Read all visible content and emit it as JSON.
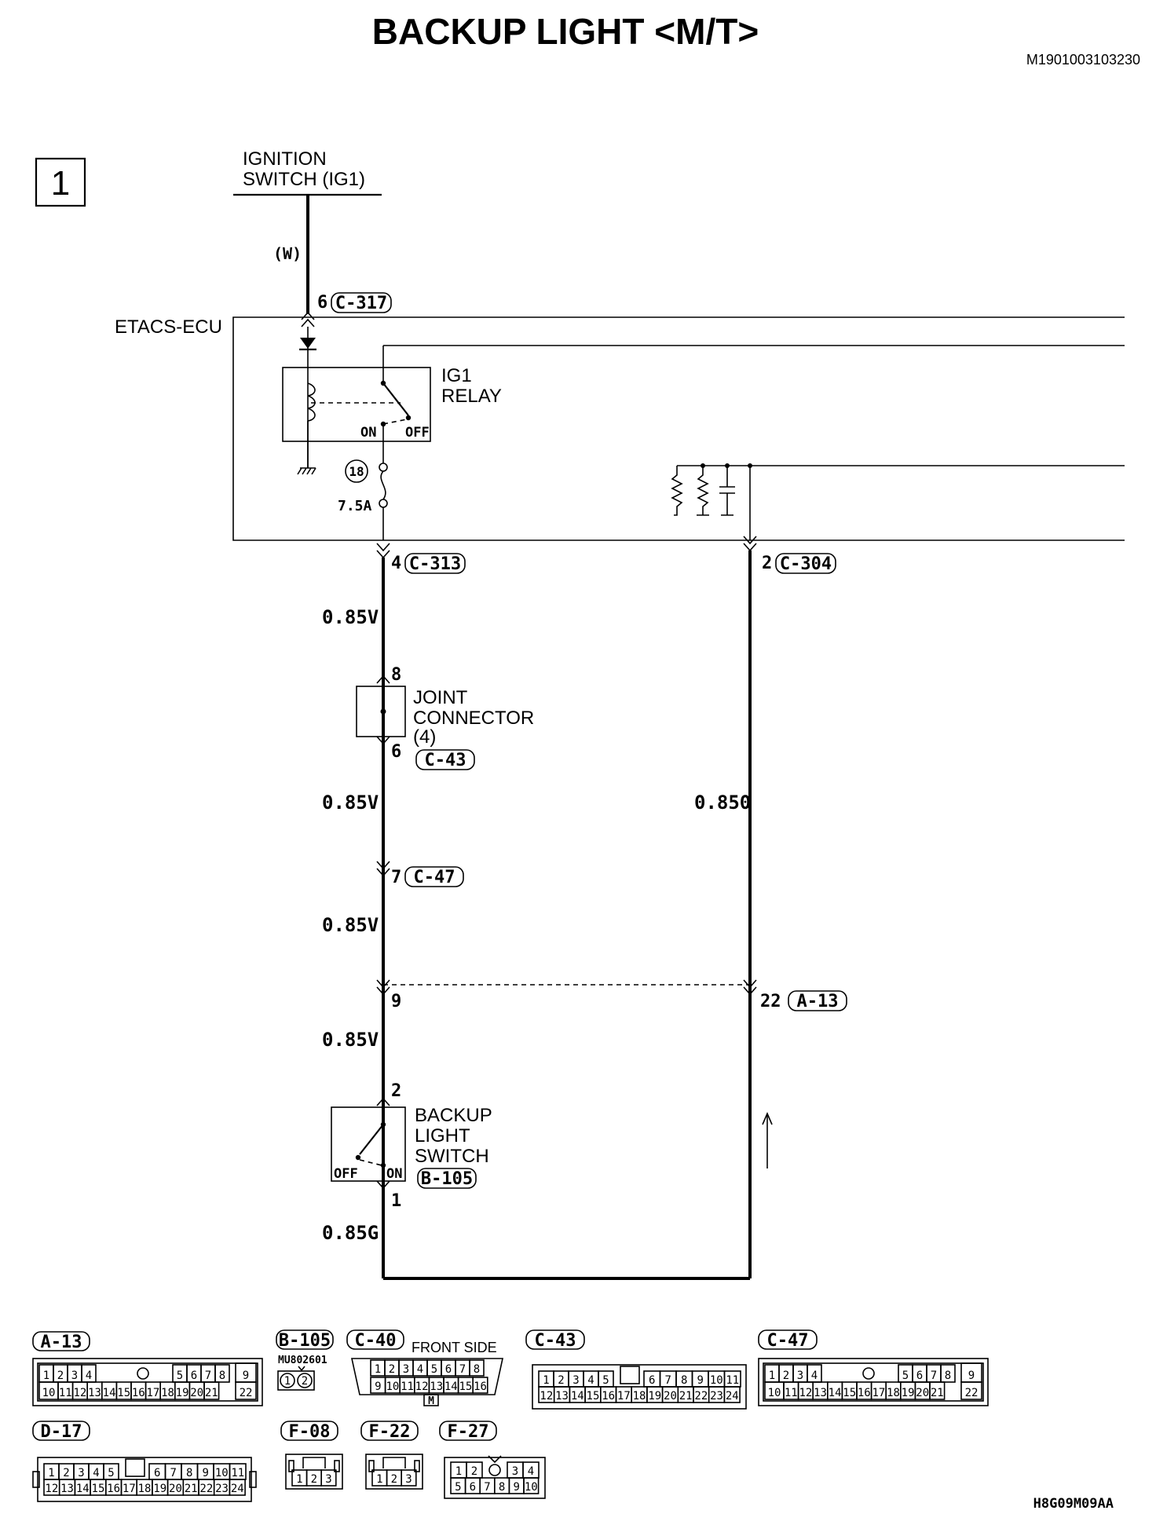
{
  "title": "BACKUP LIGHT <M/T>",
  "doc_code": "M1901003103230",
  "page_number": "1",
  "ignition_label_1": "IGNITION",
  "ignition_label_2": "SWITCH (IG1)",
  "wire_w": "(W)",
  "etacs": {
    "label": "ETACS-ECU",
    "in_pin": "6",
    "in_conn": "C-317",
    "relay_l1": "IG1",
    "relay_l2": "RELAY",
    "relay_on": "ON",
    "relay_off": "OFF",
    "fuse_num": "18",
    "fuse_rating": "7.5A",
    "out_pin": "4",
    "out_conn": "C-313",
    "right_pin": "2",
    "right_conn": "C-304"
  },
  "wires": {
    "w1": "0.85V",
    "w2": "0.85V",
    "w3": "0.85V",
    "w4": "0.85V",
    "w5": "0.85G",
    "right": "0.850"
  },
  "joint": {
    "pin_top": "8",
    "pin_bot": "6",
    "l1": "JOINT",
    "l2": "CONNECTOR",
    "l3": "(4)",
    "conn": "C-43"
  },
  "c47": {
    "pin": "7",
    "conn": "C-47"
  },
  "a13": {
    "left_pin": "9",
    "right_pin": "22",
    "conn": "A-13"
  },
  "backup_switch": {
    "pin_top": "2",
    "pin_bot": "1",
    "l1": "BACKUP",
    "l2": "LIGHT",
    "l3": "SWITCH",
    "off": "OFF",
    "on": "ON",
    "conn": "B-105"
  },
  "connectors": {
    "a13": {
      "name": "A-13",
      "row1": [
        "1",
        "2",
        "3",
        "4",
        "",
        "5",
        "6",
        "7",
        "8",
        "9"
      ],
      "row2": [
        "10",
        "11",
        "12",
        "13",
        "14",
        "15",
        "16",
        "17",
        "18",
        "19",
        "20",
        "21",
        "22"
      ]
    },
    "b105": {
      "name": "B-105",
      "part": "MU802601",
      "pins": [
        "1",
        "2"
      ]
    },
    "c40": {
      "name": "C-40",
      "note": "FRONT SIDE",
      "row1": [
        "1",
        "2",
        "3",
        "4",
        "5",
        "6",
        "7",
        "8"
      ],
      "row2": [
        "9",
        "10",
        "11",
        "12",
        "13",
        "14",
        "15",
        "16"
      ],
      "tab": "M"
    },
    "c43": {
      "name": "C-43",
      "row1": [
        "1",
        "2",
        "3",
        "4",
        "5",
        "",
        "6",
        "7",
        "8",
        "9",
        "10",
        "11"
      ],
      "row2": [
        "12",
        "13",
        "14",
        "15",
        "16",
        "17",
        "18",
        "19",
        "20",
        "21",
        "22",
        "23",
        "24"
      ]
    },
    "c47": {
      "name": "C-47",
      "row1": [
        "1",
        "2",
        "3",
        "4",
        "",
        "5",
        "6",
        "7",
        "8",
        "9"
      ],
      "row2": [
        "10",
        "11",
        "12",
        "13",
        "14",
        "15",
        "16",
        "17",
        "18",
        "19",
        "20",
        "21",
        "22"
      ]
    },
    "d17": {
      "name": "D-17",
      "row1": [
        "1",
        "2",
        "3",
        "4",
        "5",
        "",
        "6",
        "7",
        "8",
        "9",
        "10",
        "11"
      ],
      "row2": [
        "12",
        "13",
        "14",
        "15",
        "16",
        "17",
        "18",
        "19",
        "20",
        "21",
        "22",
        "23",
        "24"
      ]
    },
    "f08": {
      "name": "F-08",
      "pins": [
        "1",
        "2",
        "3"
      ]
    },
    "f22": {
      "name": "F-22",
      "pins": [
        "1",
        "2",
        "3"
      ]
    },
    "f27": {
      "name": "F-27",
      "row1": [
        "1",
        "2",
        "",
        "3",
        "4"
      ],
      "row2": [
        "5",
        "6",
        "7",
        "8",
        "9",
        "10"
      ]
    }
  },
  "footer_code": "H8G09M09AA"
}
